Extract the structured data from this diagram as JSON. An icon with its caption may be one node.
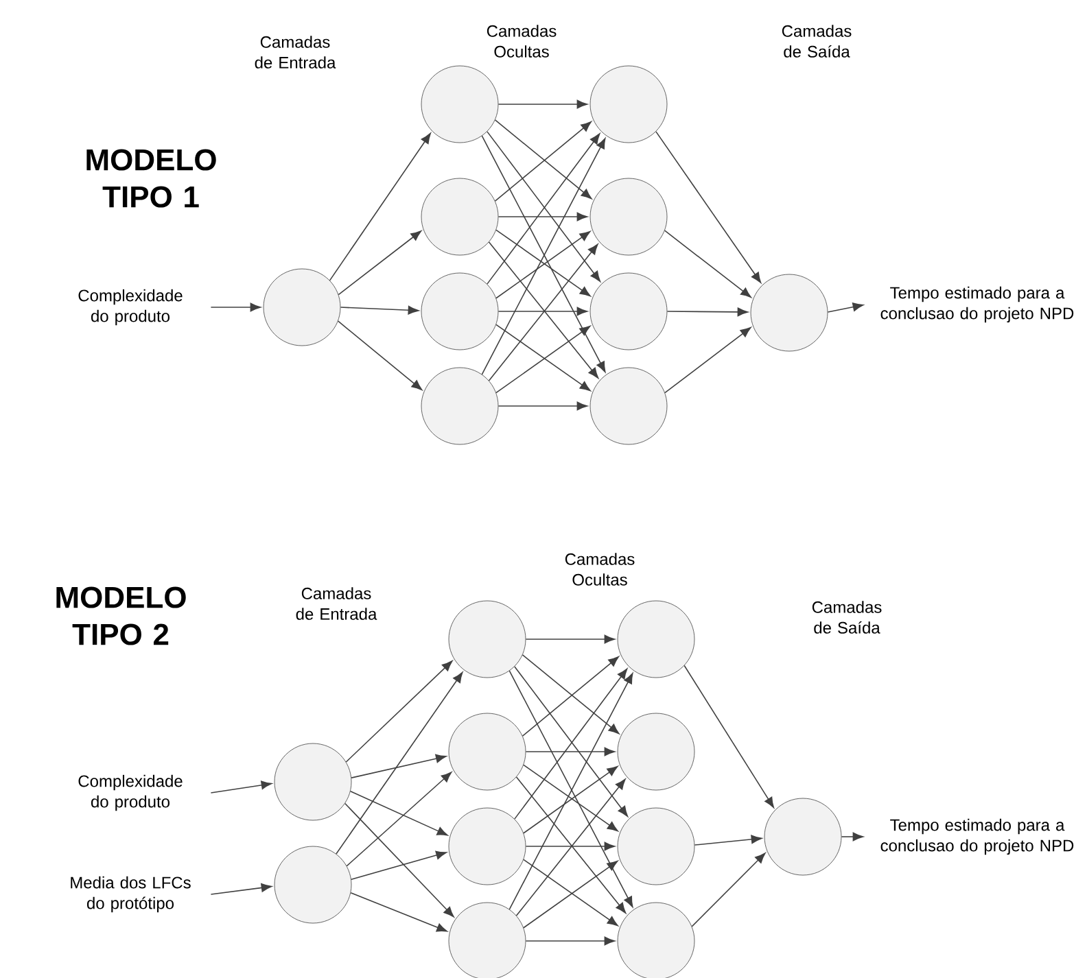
{
  "diagram": {
    "nodes": [
      {
        "text": [
          "Complexidade do produto"
        ]
      },
      {
        "text": [],
        "shape": "circle"
      },
      {
        "text": [],
        "shape": "circle"
      },
      {
        "text": [],
        "shape": "circle"
      },
      {
        "text": [],
        "shape": "circle"
      },
      {
        "text": [],
        "shape": "circle"
      },
      {
        "text": [],
        "shape": "circle"
      },
      {
        "text": [],
        "shape": "circle"
      },
      {
        "text": [],
        "shape": "circle"
      },
      {
        "text": [],
        "shape": "circle"
      },
      {
        "text": [],
        "shape": "circle"
      },
      {
        "text": [
          "Tempo estimado para a conclusao do projeto NPD"
        ]
      },
      {
        "text": [
          "Complexidade do produto"
        ]
      },
      {
        "text": [
          "Media dos LFCs do protótipo"
        ]
      },
      {
        "text": [],
        "shape": "circle"
      },
      {
        "text": [],
        "shape": "circle"
      },
      {
        "text": [],
        "shape": "circle"
      },
      {
        "text": [],
        "shape": "circle"
      },
      {
        "text": [],
        "shape": "circle"
      },
      {
        "text": [],
        "shape": "circle"
      },
      {
        "text": [],
        "shape": "circle"
      },
      {
        "text": [],
        "shape": "circle"
      },
      {
        "text": [],
        "shape": "circle"
      },
      {
        "text": [],
        "shape": "circle"
      },
      {
        "text": [],
        "shape": "circle"
      },
      {
        "text": [
          "Tempo estimado para a conclusao do projeto NPD"
        ]
      }
    ],
    "edges": [
      {
        "from": 0,
        "to": 1,
        "arrow": "to"
      },
      {
        "from": 1,
        "to": 2,
        "arrow": "to"
      },
      {
        "from": 1,
        "to": 3,
        "arrow": "to"
      },
      {
        "from": 1,
        "to": 4,
        "arrow": "to"
      },
      {
        "from": 1,
        "to": 5,
        "arrow": "to"
      },
      {
        "from": 2,
        "to": 6,
        "arrow": "to"
      },
      {
        "from": 2,
        "to": 7,
        "arrow": "to"
      },
      {
        "from": 2,
        "to": 8,
        "arrow": "to"
      },
      {
        "from": 2,
        "to": 9,
        "arrow": "to"
      },
      {
        "from": 3,
        "to": 6,
        "arrow": "to"
      },
      {
        "from": 3,
        "to": 7,
        "arrow": "to"
      },
      {
        "from": 3,
        "to": 8,
        "arrow": "to"
      },
      {
        "from": 3,
        "to": 9,
        "arrow": "to"
      },
      {
        "from": 4,
        "to": 6,
        "arrow": "to"
      },
      {
        "from": 4,
        "to": 7,
        "arrow": "to"
      },
      {
        "from": 4,
        "to": 8,
        "arrow": "to"
      },
      {
        "from": 4,
        "to": 9,
        "arrow": "to"
      },
      {
        "from": 5,
        "to": 6,
        "arrow": "to"
      },
      {
        "from": 5,
        "to": 7,
        "arrow": "to"
      },
      {
        "from": 5,
        "to": 8,
        "arrow": "to"
      },
      {
        "from": 5,
        "to": 9,
        "arrow": "to"
      },
      {
        "from": 6,
        "to": 10,
        "arrow": "to"
      },
      {
        "from": 7,
        "to": 10,
        "arrow": "to"
      },
      {
        "from": 8,
        "to": 10,
        "arrow": "to"
      },
      {
        "from": 9,
        "to": 10,
        "arrow": "to"
      },
      {
        "from": 10,
        "to": 11,
        "arrow": "to"
      },
      {
        "from": 12,
        "to": 14,
        "arrow": "to"
      },
      {
        "from": 13,
        "to": 15,
        "arrow": "to"
      },
      {
        "from": 14,
        "to": 16,
        "arrow": "to"
      },
      {
        "from": 14,
        "to": 17,
        "arrow": "to"
      },
      {
        "from": 14,
        "to": 18,
        "arrow": "to"
      },
      {
        "from": 14,
        "to": 19,
        "arrow": "to"
      },
      {
        "from": 15,
        "to": 16,
        "arrow": "to"
      },
      {
        "from": 15,
        "to": 17,
        "arrow": "to"
      },
      {
        "from": 15,
        "to": 18,
        "arrow": "to"
      },
      {
        "from": 15,
        "to": 19,
        "arrow": "to"
      },
      {
        "from": 16,
        "to": 20,
        "arrow": "to"
      },
      {
        "from": 16,
        "to": 21,
        "arrow": "to"
      },
      {
        "from": 16,
        "to": 22,
        "arrow": "to"
      },
      {
        "from": 16,
        "to": 23,
        "arrow": "to"
      },
      {
        "from": 17,
        "to": 20,
        "arrow": "to"
      },
      {
        "from": 17,
        "to": 21,
        "arrow": "to"
      },
      {
        "from": 17,
        "to": 22,
        "arrow": "to"
      },
      {
        "from": 17,
        "to": 23,
        "arrow": "to"
      },
      {
        "from": 18,
        "to": 20,
        "arrow": "to"
      },
      {
        "from": 18,
        "to": 21,
        "arrow": "to"
      },
      {
        "from": 18,
        "to": 22,
        "arrow": "to"
      },
      {
        "from": 18,
        "to": 23,
        "arrow": "to"
      },
      {
        "from": 19,
        "to": 20,
        "arrow": "to"
      },
      {
        "from": 19,
        "to": 21,
        "arrow": "to"
      },
      {
        "from": 19,
        "to": 22,
        "arrow": "to"
      },
      {
        "from": 19,
        "to": 23,
        "arrow": "to"
      },
      {
        "from": 20,
        "to": 24,
        "arrow": "to"
      },
      {
        "from": 22,
        "to": 24,
        "arrow": "to"
      },
      {
        "from": 23,
        "to": 24,
        "arrow": "to"
      },
      {
        "from": 24,
        "to": 25,
        "arrow": "to"
      }
    ],
    "labels": [
      "Camadas de Entrada",
      "Camadas Ocultas",
      "Camadas de Saída",
      "MODELO TIPO 1",
      "MODELO TIPO 2",
      "Camadas de Entrada",
      "Camadas Ocultas",
      "Camadas de Saída"
    ]
  }
}
